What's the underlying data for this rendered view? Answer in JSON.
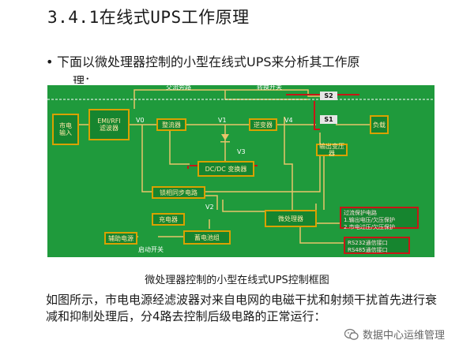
{
  "page": {
    "title": "3.4.1在线式UPS工作原理",
    "bullet": "下面以微处理器控制的小型在线式UPS来分析其工作原",
    "bullet_continuation": "理：",
    "caption": "微处理器控制的小型在线式UPS控制框图",
    "paragraph": "如图所示，市电电源经滤波器对来自电网的电磁干扰和射频干扰首先进行衰减和抑制处理后，分4路去控制后级电路的正常运行：",
    "watermark": "数据中心运维管理"
  },
  "diagram": {
    "top_labels": {
      "bypass": "交流旁路",
      "transfer_switch": "转换开关"
    },
    "blocks": {
      "mains": "市电\n输入",
      "emi": "EMI/RFI\n滤波器",
      "rectifier": "整流器",
      "inverter": "逆变器",
      "output": "负载",
      "dcdc": "DC/DC 变换器",
      "sync": "锁相同步电路",
      "charger": "充电器",
      "battery": "蓄电池组",
      "aux_power": "辅助电源",
      "micro": "微处理器",
      "out_transformer": "输出变压器"
    },
    "switches": {
      "s1": "S1",
      "s2": "S2"
    },
    "voltages": {
      "v0": "V0",
      "v1": "V1",
      "v2": "V2",
      "v3": "V3",
      "v4": "V4"
    },
    "start_switch": "启动开关",
    "protection": "过流保护电路\n1.输出电压/欠压保护\n2.市电过压/欠压保护",
    "comm": "RS232通信接口\nRS485通信接口"
  },
  "colors": {
    "diagram_bg": "#1f9a3c",
    "block_border": "#d9a100",
    "wire": "#e8c46a",
    "accent_red": "#c71616"
  }
}
